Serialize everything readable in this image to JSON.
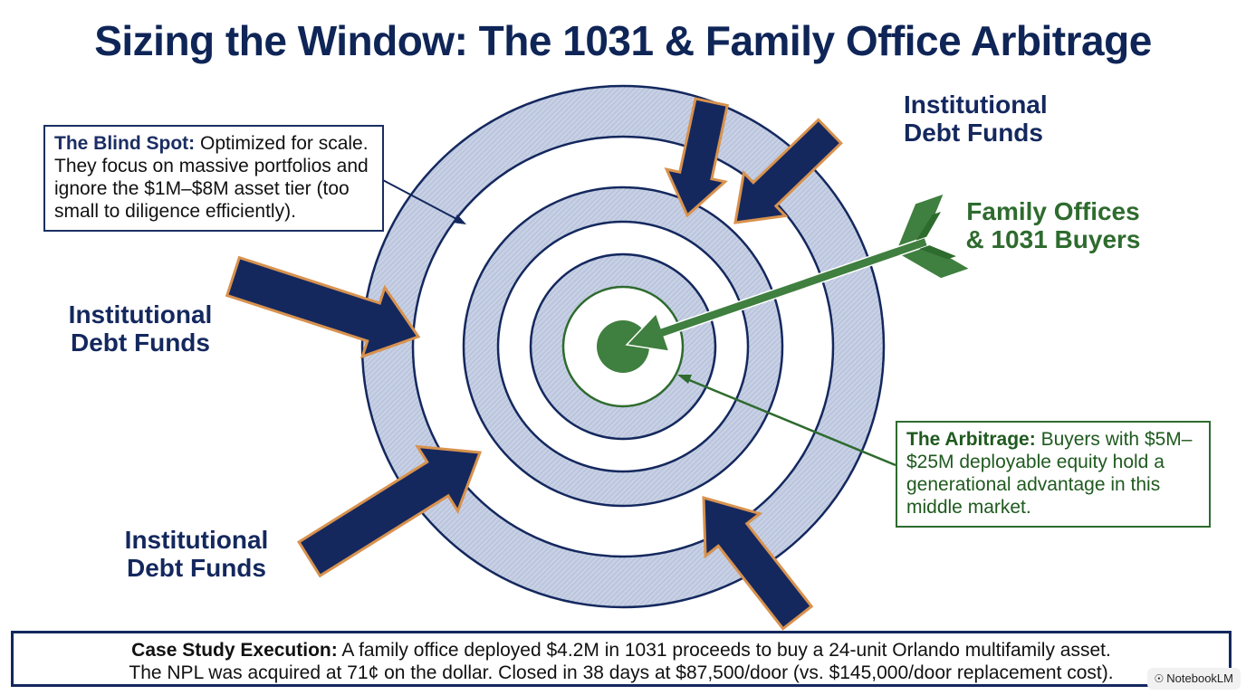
{
  "title": "Sizing the Window: The 1031 & Family Office Arbitrage",
  "labels": {
    "top_right": [
      "Institutional",
      "Debt Funds"
    ],
    "left": [
      "Institutional",
      "Debt Funds"
    ],
    "bottom_left": [
      "Institutional",
      "Debt Funds"
    ],
    "family": [
      "Family Offices",
      "& 1031 Buyers"
    ]
  },
  "blind_spot": {
    "lead": "The Blind Spot:",
    "text": " Optimized for scale. They focus on massive portfolios and ignore the $1M–$8M asset tier (too small to diligence efficiently)."
  },
  "arbitrage": {
    "lead": "The Arbitrage:",
    "text": " Buyers with $5M–$25M deployable equity hold a generational advantage in this middle market."
  },
  "case_study": {
    "lead": "Case Study Execution:",
    "line1": " A family office deployed $4.2M in 1031 proceeds to buy a 24-unit Orlando multifamily asset.",
    "line2": "The NPL was acquired at 71¢ on the dollar. Closed in 38 days at $87,500/door (vs. $145,000/door replacement cost)."
  },
  "watermark": {
    "icon": "notebooklm-icon",
    "text": "NotebookLM"
  },
  "colors": {
    "navy": "#14285e",
    "ring_fill": "#c3cde2",
    "arrow_outline": "#d8924e",
    "green": "#2e6b2e",
    "bullseye": "#3f7f3f"
  }
}
